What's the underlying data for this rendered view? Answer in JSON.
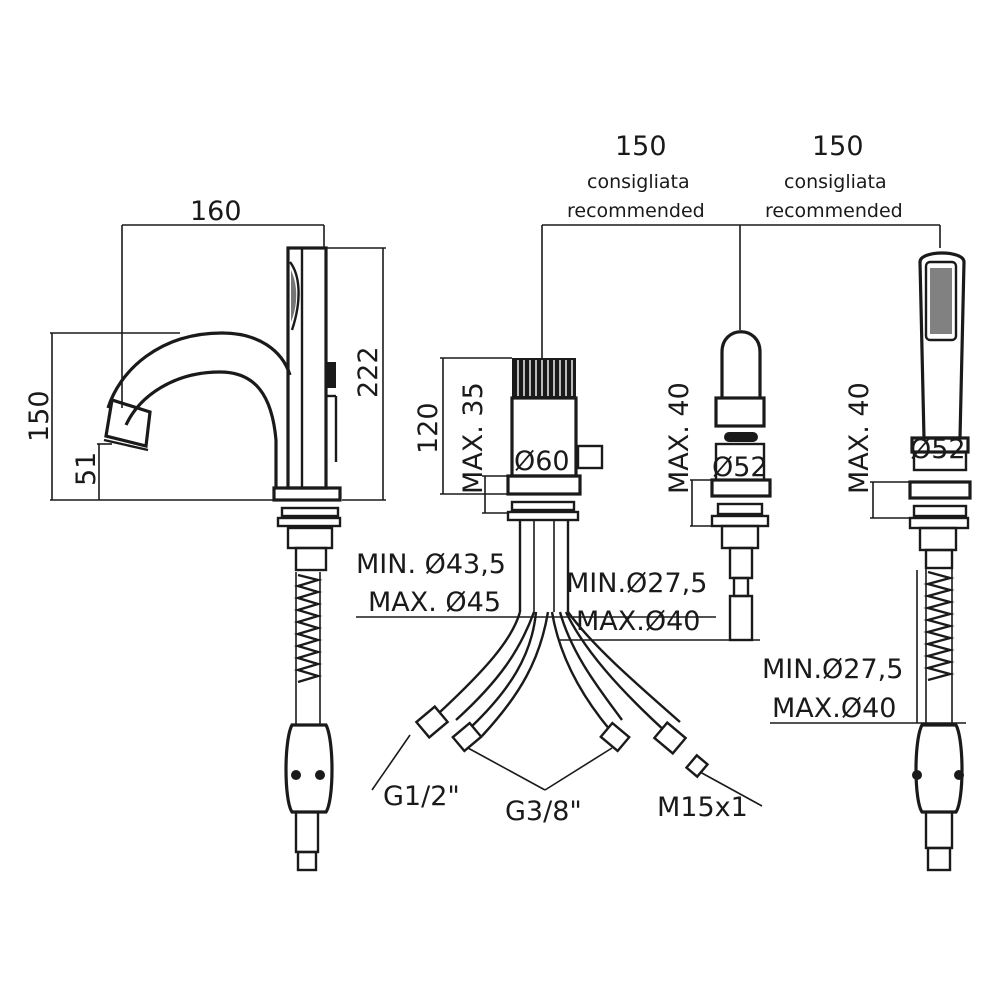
{
  "dimensions": {
    "spout_reach": "160",
    "spout_height": "150",
    "spout_under": "51",
    "mixer_height": "222",
    "body_height": "120",
    "max_35": "MAX. 35",
    "dia_60": "Ø60",
    "spacing_1": "150",
    "spacing_2": "150",
    "recommended_it": "consigliata",
    "recommended_en": "recommended",
    "max_40_a": "MAX. 40",
    "dia_52_a": "Ø52",
    "max_40_b": "MAX. 40",
    "dia_52_b": "Ø52",
    "min_hole_a": "MIN. Ø43,5",
    "max_hole_a": "MAX. Ø45",
    "min_hole_b": "MIN.Ø27,5",
    "max_hole_b": "MAX.Ø40",
    "min_hole_c": "MIN.Ø27,5",
    "max_hole_c": "MAX.Ø40",
    "thread_g12": "G1/2\"",
    "thread_g38": "G3/8\"",
    "thread_m15": "M15x1"
  }
}
